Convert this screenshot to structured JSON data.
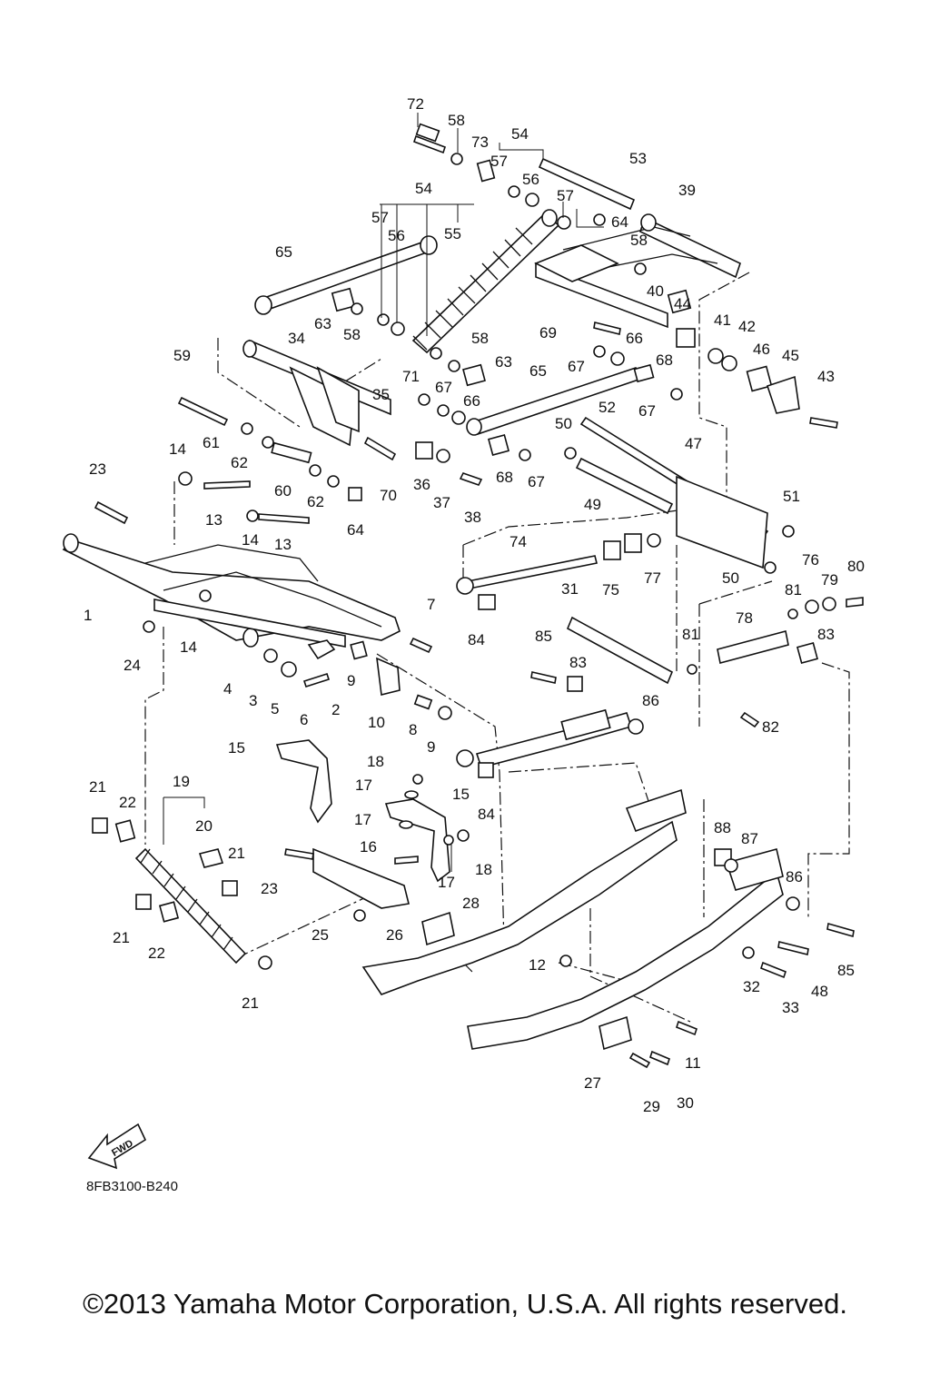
{
  "diagram": {
    "callouts": [
      "72",
      "58",
      "73",
      "54",
      "57",
      "56",
      "53",
      "39",
      "54",
      "57",
      "57",
      "64",
      "56",
      "55",
      "58",
      "65",
      "40",
      "44",
      "63",
      "58",
      "41",
      "42",
      "69",
      "66",
      "46",
      "45",
      "34",
      "58",
      "63",
      "59",
      "71",
      "67",
      "65",
      "68",
      "67",
      "43",
      "35",
      "66",
      "50",
      "52",
      "67",
      "61",
      "62",
      "47",
      "14",
      "70",
      "60",
      "23",
      "62",
      "36",
      "37",
      "68",
      "67",
      "64",
      "38",
      "49",
      "51",
      "13",
      "14",
      "13",
      "74",
      "76",
      "80",
      "50",
      "79",
      "81",
      "1",
      "77",
      "75",
      "31",
      "7",
      "84",
      "78",
      "83",
      "85",
      "81",
      "24",
      "14",
      "4",
      "9",
      "83",
      "3",
      "5",
      "6",
      "2",
      "10",
      "86",
      "82",
      "8",
      "9",
      "15",
      "18",
      "17",
      "15",
      "84",
      "88",
      "87",
      "21",
      "19",
      "22",
      "20",
      "17",
      "16",
      "23",
      "18",
      "86",
      "21",
      "17",
      "28",
      "25",
      "26",
      "21",
      "22",
      "12",
      "85",
      "32",
      "33",
      "48",
      "21",
      "11",
      "27",
      "29",
      "30"
    ],
    "fwd_label": "FWD",
    "code": "8FB3100-B240"
  },
  "footer": {
    "copyright": "©2013 Yamaha Motor Corporation, U.S.A. All rights reserved."
  }
}
